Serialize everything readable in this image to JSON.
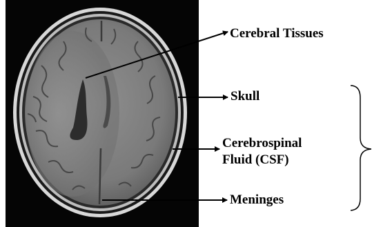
{
  "labels": {
    "cerebral_tissues": "Cerebral Tissues",
    "skull": "Skull",
    "csf_line1": "Cerebrospinal",
    "csf_line2": "Fluid (CSF)",
    "meninges": "Meninges"
  }
}
